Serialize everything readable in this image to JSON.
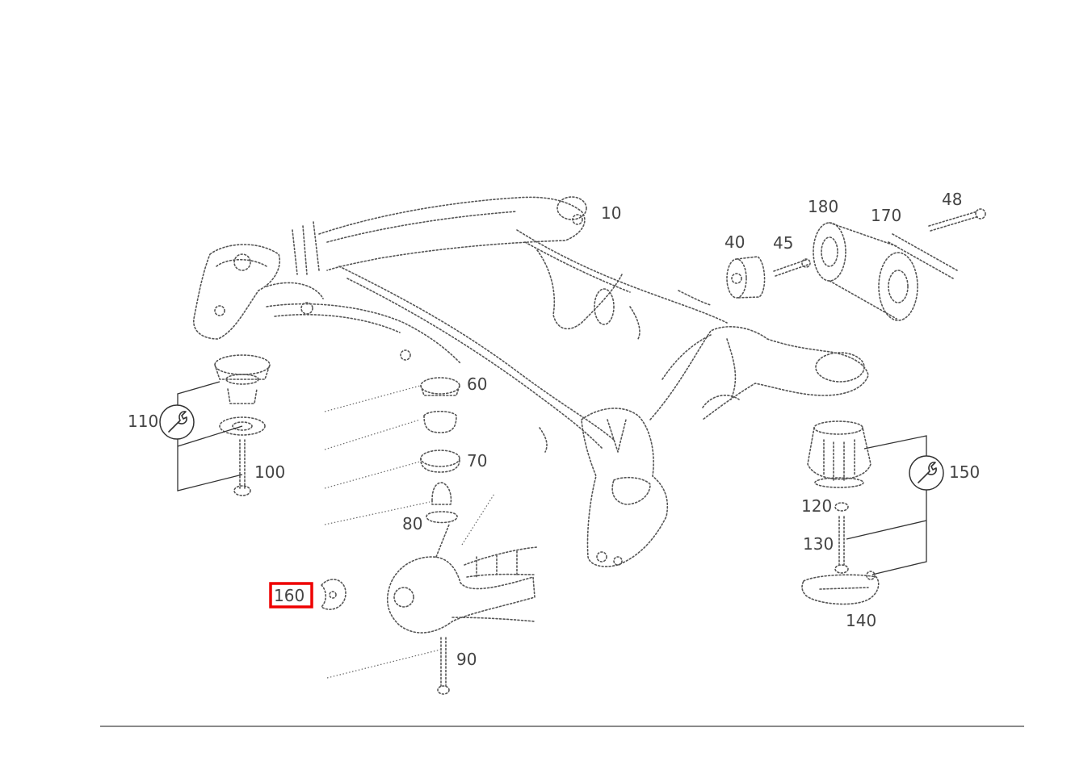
{
  "diagram": {
    "callouts": [
      {
        "id": "10",
        "label": "10"
      },
      {
        "id": "40",
        "label": "40"
      },
      {
        "id": "45",
        "label": "45"
      },
      {
        "id": "48",
        "label": "48"
      },
      {
        "id": "60",
        "label": "60"
      },
      {
        "id": "70",
        "label": "70"
      },
      {
        "id": "80",
        "label": "80"
      },
      {
        "id": "90",
        "label": "90"
      },
      {
        "id": "100",
        "label": "100"
      },
      {
        "id": "110",
        "label": "110"
      },
      {
        "id": "120",
        "label": "120"
      },
      {
        "id": "130",
        "label": "130"
      },
      {
        "id": "140",
        "label": "140"
      },
      {
        "id": "150",
        "label": "150"
      },
      {
        "id": "160",
        "label": "160"
      },
      {
        "id": "170",
        "label": "170"
      },
      {
        "id": "180",
        "label": "180"
      }
    ],
    "selected_callout": "160",
    "highlight_color": "#ee0000",
    "torque_icons": [
      "wrench-icon",
      "wrench-icon"
    ]
  }
}
